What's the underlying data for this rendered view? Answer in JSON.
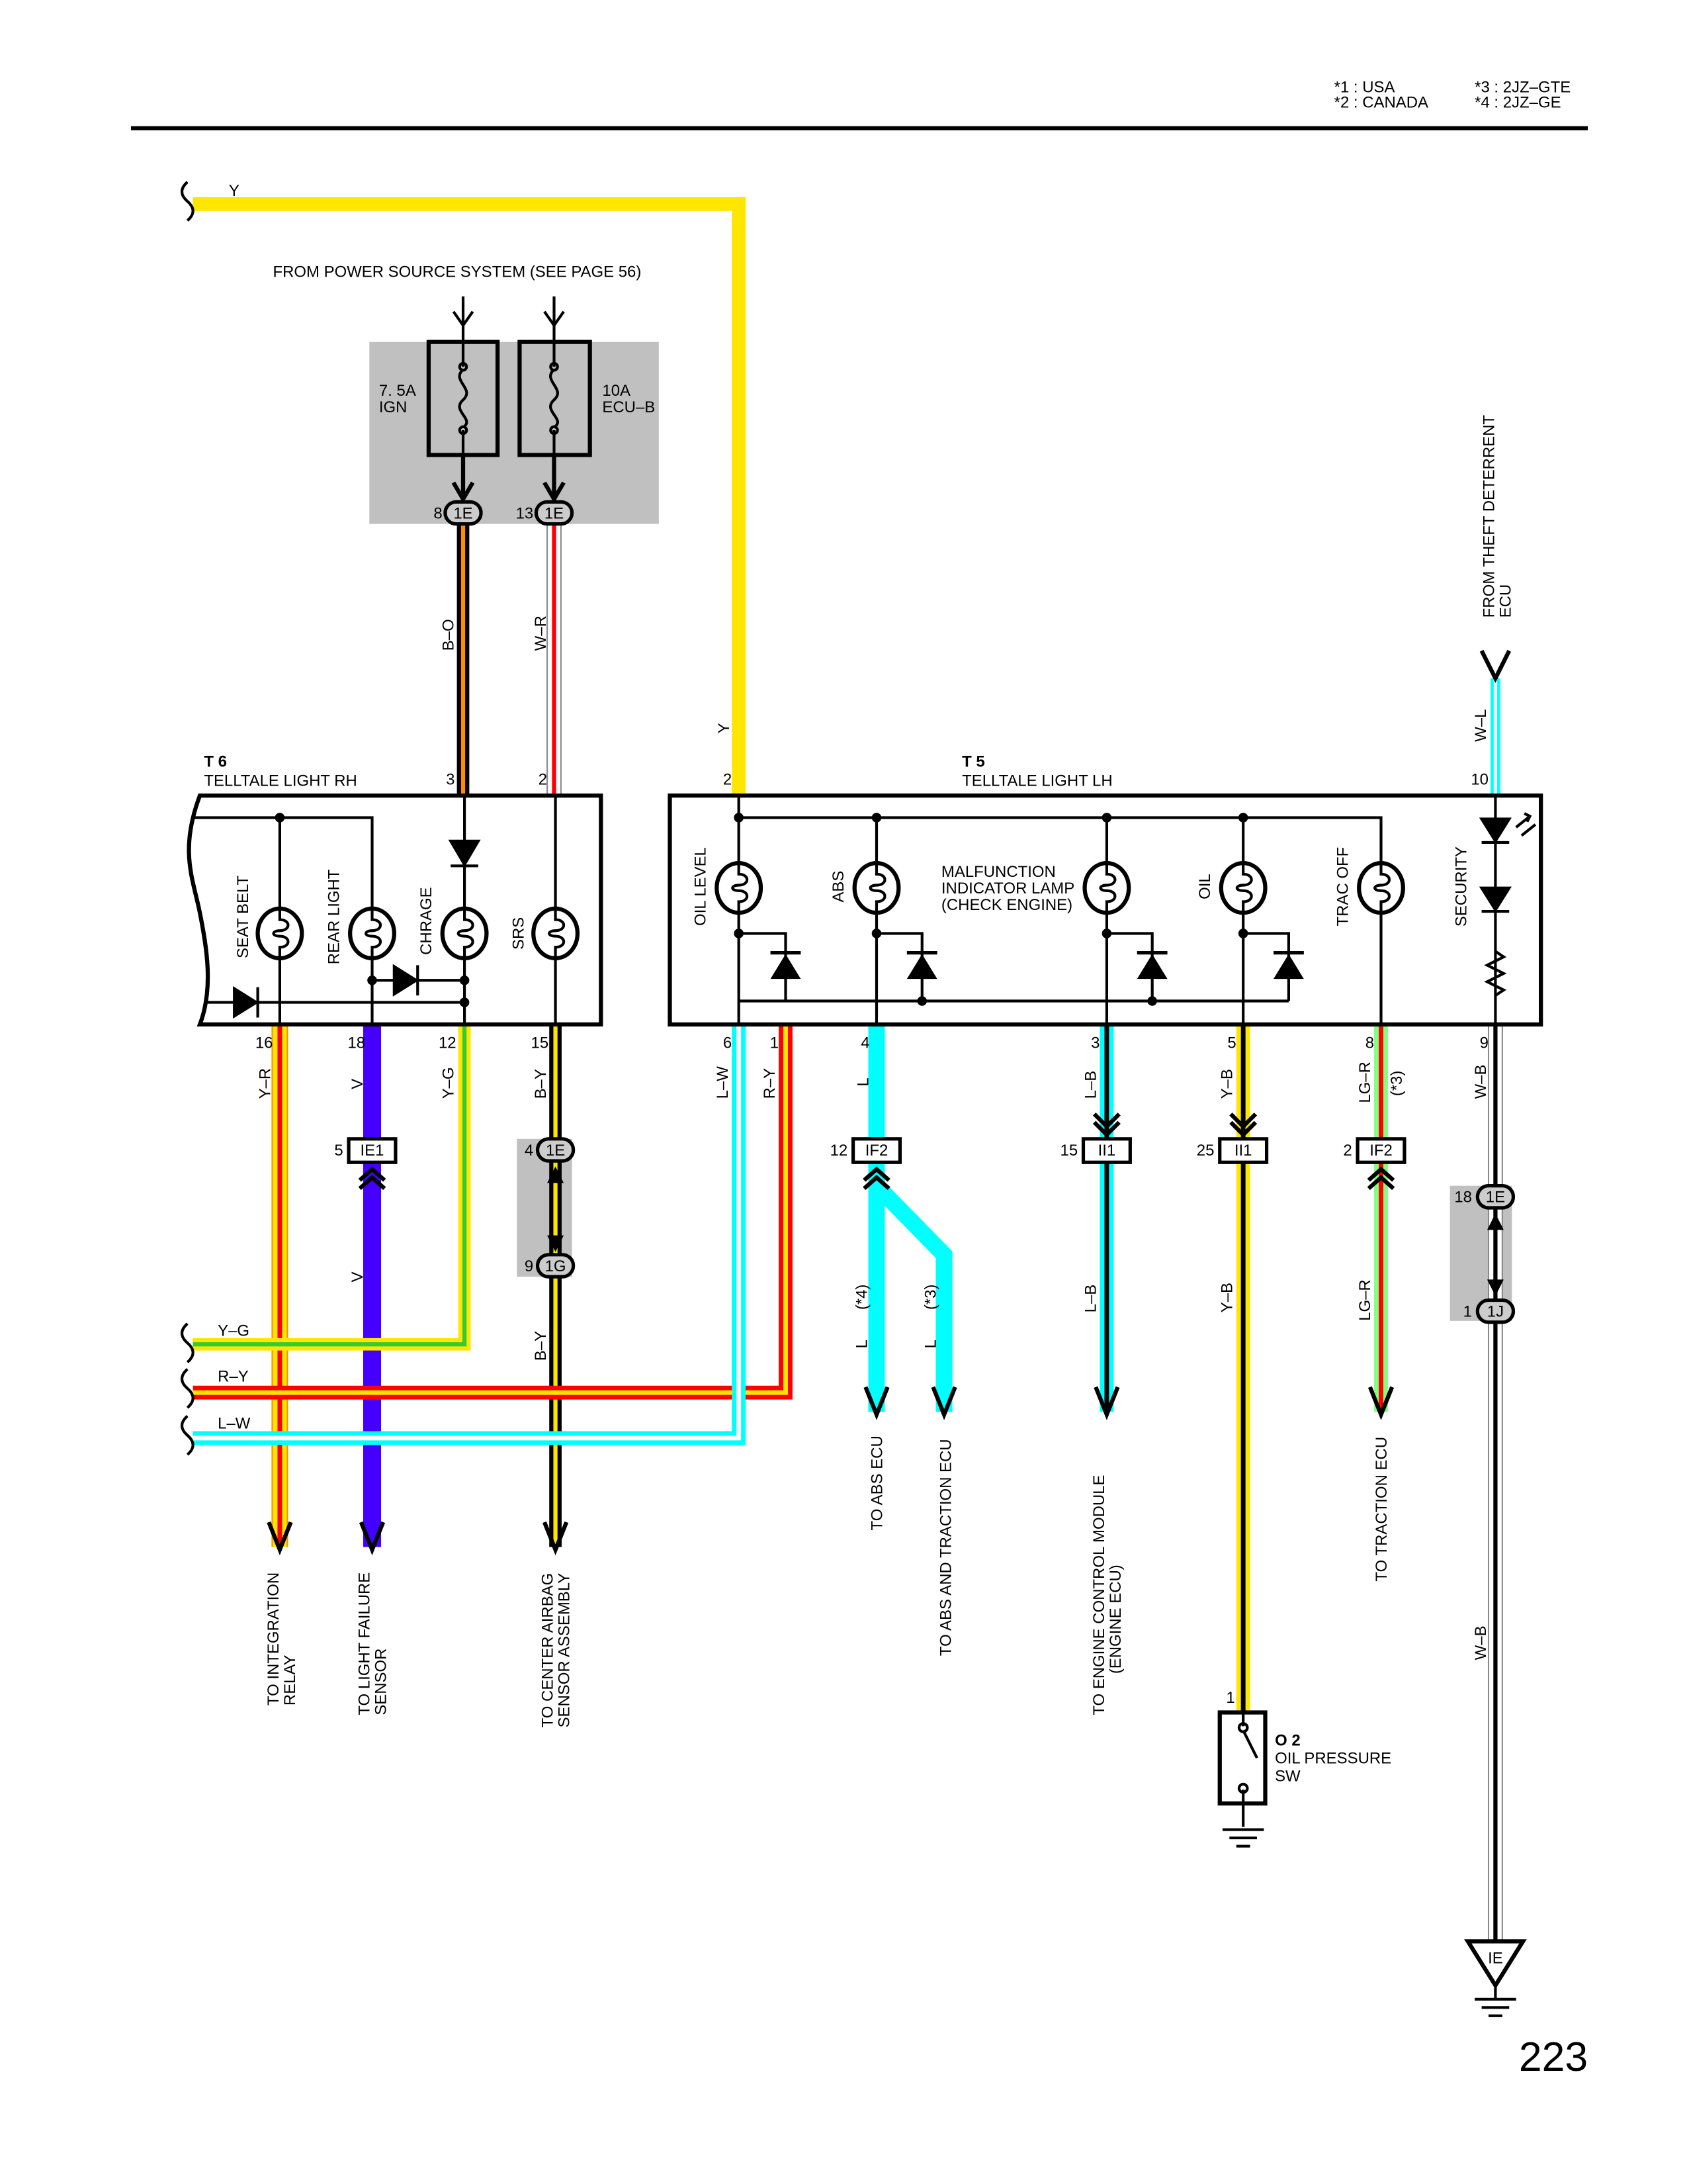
{
  "legend": {
    "n1": "*1  : USA",
    "n2": "*2  : CANADA",
    "n3": "*3  : 2JZ–GTE",
    "n4": "*4  : 2JZ–GE"
  },
  "page_number": "223",
  "power_source": "FROM POWER SOURCE SYSTEM (SEE PAGE 56)",
  "fuses": [
    {
      "rating": "7. 5A",
      "name": "IGN",
      "pin": "8",
      "connector": "1E"
    },
    {
      "rating": "10A",
      "name": "ECU–B",
      "pin": "13",
      "connector": "1E"
    }
  ],
  "t6": {
    "code": "T 6",
    "name": "TELLTALE LIGHT RH",
    "lamps": [
      "SEAT BELT",
      "REAR LIGHT",
      "CHRAGE",
      "SRS"
    ],
    "top_pins": [
      "3",
      "2"
    ],
    "bottom_pins": [
      "16",
      "18",
      "12",
      "15"
    ]
  },
  "t5": {
    "code": "T 5",
    "name": "TELLTALE LIGHT LH",
    "lamps": [
      "OIL LEVEL",
      "ABS",
      "OIL",
      "TRAC OFF",
      "SECURITY"
    ],
    "malfunction": [
      "MALFUNCTION",
      "INDICATOR LAMP",
      "(CHECK ENGINE)"
    ],
    "top_pins": [
      "2",
      "10"
    ],
    "bottom_pins": [
      "6",
      "1",
      "4",
      "3",
      "5",
      "8",
      "9"
    ]
  },
  "wire_labels": {
    "y": "Y",
    "bo": "B–O",
    "wr": "W–R",
    "wl": "W–L",
    "yr": "Y–R",
    "v": "V",
    "yg": "Y–G",
    "by": "B–Y",
    "lw": "L–W",
    "ry": "R–Y",
    "l": "L",
    "lb": "L–B",
    "ybk": "Y–B",
    "lgr": "LG–R",
    "wb": "W–B",
    "star3": "(*3)",
    "star4": "(*4)"
  },
  "connectors": {
    "ie1": {
      "id": "IE1",
      "pin": "5"
    },
    "e1_by": {
      "id": "1E",
      "pin": "4"
    },
    "g1_by": {
      "id": "1G",
      "pin": "9"
    },
    "if2_l": {
      "id": "IF2",
      "pin": "12"
    },
    "ii1_lb": {
      "id": "II1",
      "pin": "15"
    },
    "ii1_yb": {
      "id": "II1",
      "pin": "25"
    },
    "if2_lgr": {
      "id": "IF2",
      "pin": "2"
    },
    "e1_wb": {
      "id": "1E",
      "pin": "18"
    },
    "j1_wb": {
      "id": "1J",
      "pin": "1"
    }
  },
  "destinations": {
    "integration": [
      "TO INTEGRATION",
      "RELAY"
    ],
    "light_failure": [
      "TO LIGHT FAILURE",
      "SENSOR"
    ],
    "airbag": [
      "TO CENTER AIRBAG",
      "SENSOR ASSEMBLY"
    ],
    "abs": "TO ABS ECU",
    "abs_trac": "TO ABS AND TRACTION ECU",
    "ecm": [
      "TO ENGINE CONTROL MODULE",
      "(ENGINE ECU)"
    ],
    "traction": "TO TRACTION ECU",
    "theft": [
      "FROM THEFT DETERRENT",
      "ECU"
    ]
  },
  "oil_switch": {
    "code": "O 2",
    "name": [
      "OIL PRESSURE",
      "SW"
    ],
    "pin": "1"
  },
  "ground": "IE",
  "wire_colors": {
    "yellow": "#ffe600",
    "black": "#000000",
    "orange": "#ff8c00",
    "white": "#ffffff",
    "red": "#ff0000",
    "violet": "#4400ff",
    "green": "#33cc33",
    "light_green": "#80ff80",
    "cyan": "#00ffff",
    "gray": "#888888",
    "shade": "#c0c0c0"
  }
}
